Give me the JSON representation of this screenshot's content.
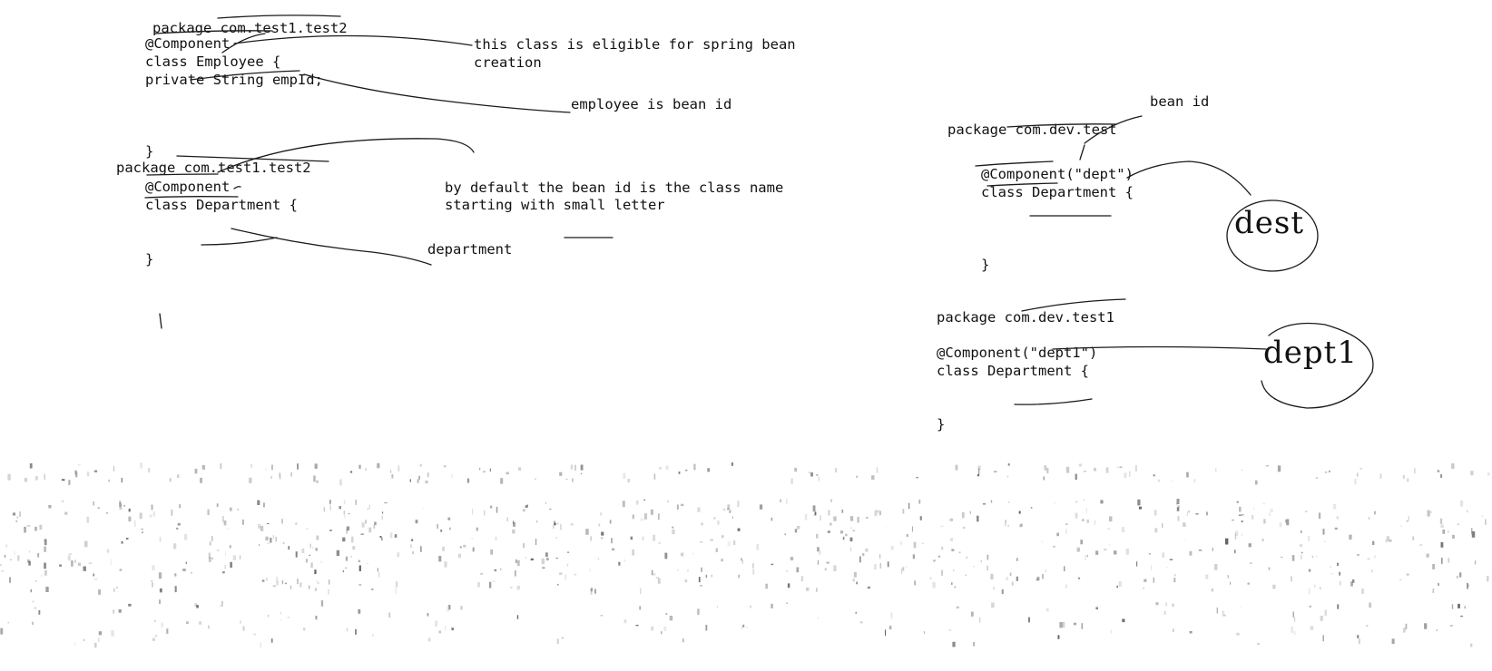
{
  "left_panel": {
    "example1": {
      "package": "package com.test1.test2",
      "annotation": "@Component",
      "class_decl": "class Employee {",
      "field": "private String empId;",
      "close": "}"
    },
    "example2": {
      "package": "package com.test1.test2",
      "annotation": "@Component",
      "class_decl": "class Department {",
      "close": "}"
    },
    "notes": {
      "eligible_line1": "this class is eligible for spring bean",
      "eligible_line2": "creation",
      "bean_id_note": "employee is bean id",
      "default_line1": "by default the bean id is the class name",
      "default_line2": "starting with small letter",
      "department_note": "department"
    }
  },
  "right_panel": {
    "bean_id_label": "bean id",
    "example1": {
      "package": "package com.dev.test",
      "annotation": "@Component(\"dept\")",
      "class_decl": "class Department {",
      "close": "}",
      "circled": "dest"
    },
    "example2": {
      "package": "package com.dev.test1",
      "annotation": "@Component(\"dept1\")",
      "class_decl": "class Department {",
      "close": "}",
      "circled": "dept1"
    }
  }
}
